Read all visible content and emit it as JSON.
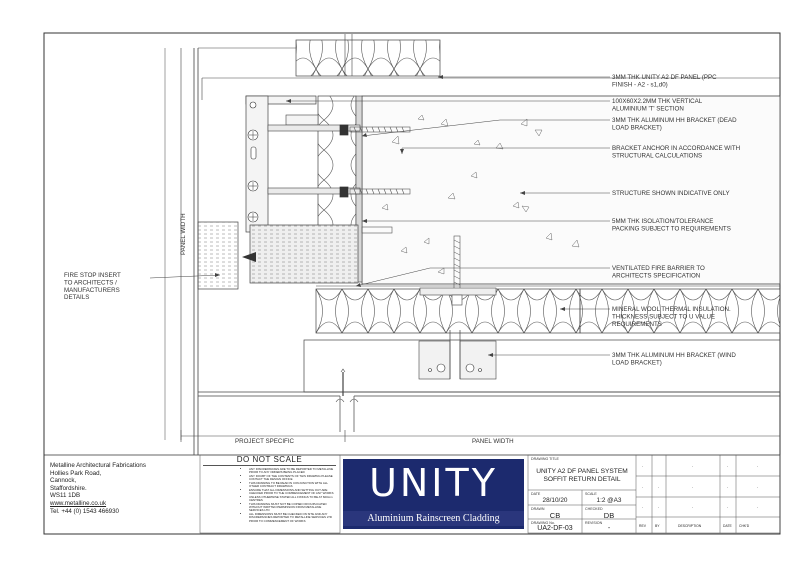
{
  "drawing": {
    "labels": {
      "panel_finish": "3MM THK UNITY A2 DF PANEL (PPC FINISH - A2 - s1,d0)",
      "vertical_section": "100X60X2.2MM THK VERTICAL ALUMINIUM 'T' SECTION",
      "dead_load": "3MM THK ALUMINUM HH BRACKET (DEAD LOAD BRACKET)",
      "anchor": "BRACKET ANCHOR IN ACCORDANCE WITH STRUCTURAL CALCULATIONS",
      "structure": "STRUCTURE SHOWN INDICATIVE ONLY",
      "isolation": "5MM THK ISOLATION/TOLERANCE PACKING SUBJECT TO REQUIREMENTS",
      "fire_barrier": "VENTILATED FIRE BARRIER TO ARCHITECTS SPECIFICATION",
      "mineral_wool": "MINERAL WOOL THERMAL INSULATION. THICKNESS SUBJECT TO U VALUE REQUIREMENTS",
      "wind_load": "3MM THK ALUMINUM HH BRACKET (WIND LOAD BRACKET)",
      "fire_stop": "FIRE STOP INSERT TO ARCHITECTS / MANUFACTURERS DETAILS",
      "panel_width_vertical": "PANEL WIDTH",
      "project_specific": "PROJECT SPECIFIC",
      "panel_width_horizontal": "PANEL WIDTH"
    }
  },
  "company": {
    "name": "Metalline Architectural Fabrications",
    "address1": "Hollies Park Road,",
    "address2": "Cannock,",
    "address3": "Staffordshire.",
    "postcode": "WS11 1DB",
    "web": "www.metalline.co.uk",
    "tel": "Tel. +44 (0) 1543 466930"
  },
  "notes": {
    "title": "DO NOT SCALE",
    "items": [
      "ANY DISCREPANCIES ARE TO BE REPORTED TO METALLINE PRIOR TO ANY ORDERS BEING PLACED",
      "ANY DOUBT OF THE CONTENTS OF THIS DRAWING PLEASE CONTACT THE DESIGN OFFICE",
      "THIS DRAWING TO BE READ IN CONJUNCTION WITH ALL OTHER CONTRACT DRAWINGS",
      "ENSURE THAT ALL DIMENSIONS AND SETTING OUT ARE CHECKED PRIOR TO THE COMMENCEMENT OF ANY WORKS",
      "UNLESS OTHERWISE STATED ALL FIXINGS TO BE AT 600mm CENTRES",
      "THIS DRAWING MUST NOT BE COPIED OR DUPLICATED WITHOUT WRITTEN PERMISSION FROM METALLINE SERVICES LTD",
      "ALL DIMENSIONS MUST BE CHECKED ON SITE AND ANY DISCREPANCIES REPORTED TO METALLINE SERVICES LTD PRIOR TO COMMENCEMENT OF WORKS"
    ]
  },
  "logo": {
    "word": "UNITY",
    "tagline": "Aluminium Rainscreen Cladding",
    "color": "#1c2a6e"
  },
  "titleblock": {
    "drawing_title_label": "DRAWING TITLE",
    "title1": "UNITY A2 DF PANEL SYSTEM",
    "title2": "SOFFIT RETURN DETAIL",
    "date_label": "DATE",
    "date": "28/10/20",
    "scale_label": "SCALE",
    "scale": "1:2 @A3",
    "drawn_label": "DRAWN",
    "drawn": "CB",
    "checked_label": "CHECKED",
    "checked": "DB",
    "drawing_no_label": "DRAWING No.",
    "drawing_no": "UA2-DF-03",
    "revision_label": "REVISION",
    "revision": "-",
    "rev_headers": [
      "REV",
      "BY",
      "DESCRIPTION",
      "DATE",
      "CHK'D"
    ],
    "dash": "-"
  }
}
